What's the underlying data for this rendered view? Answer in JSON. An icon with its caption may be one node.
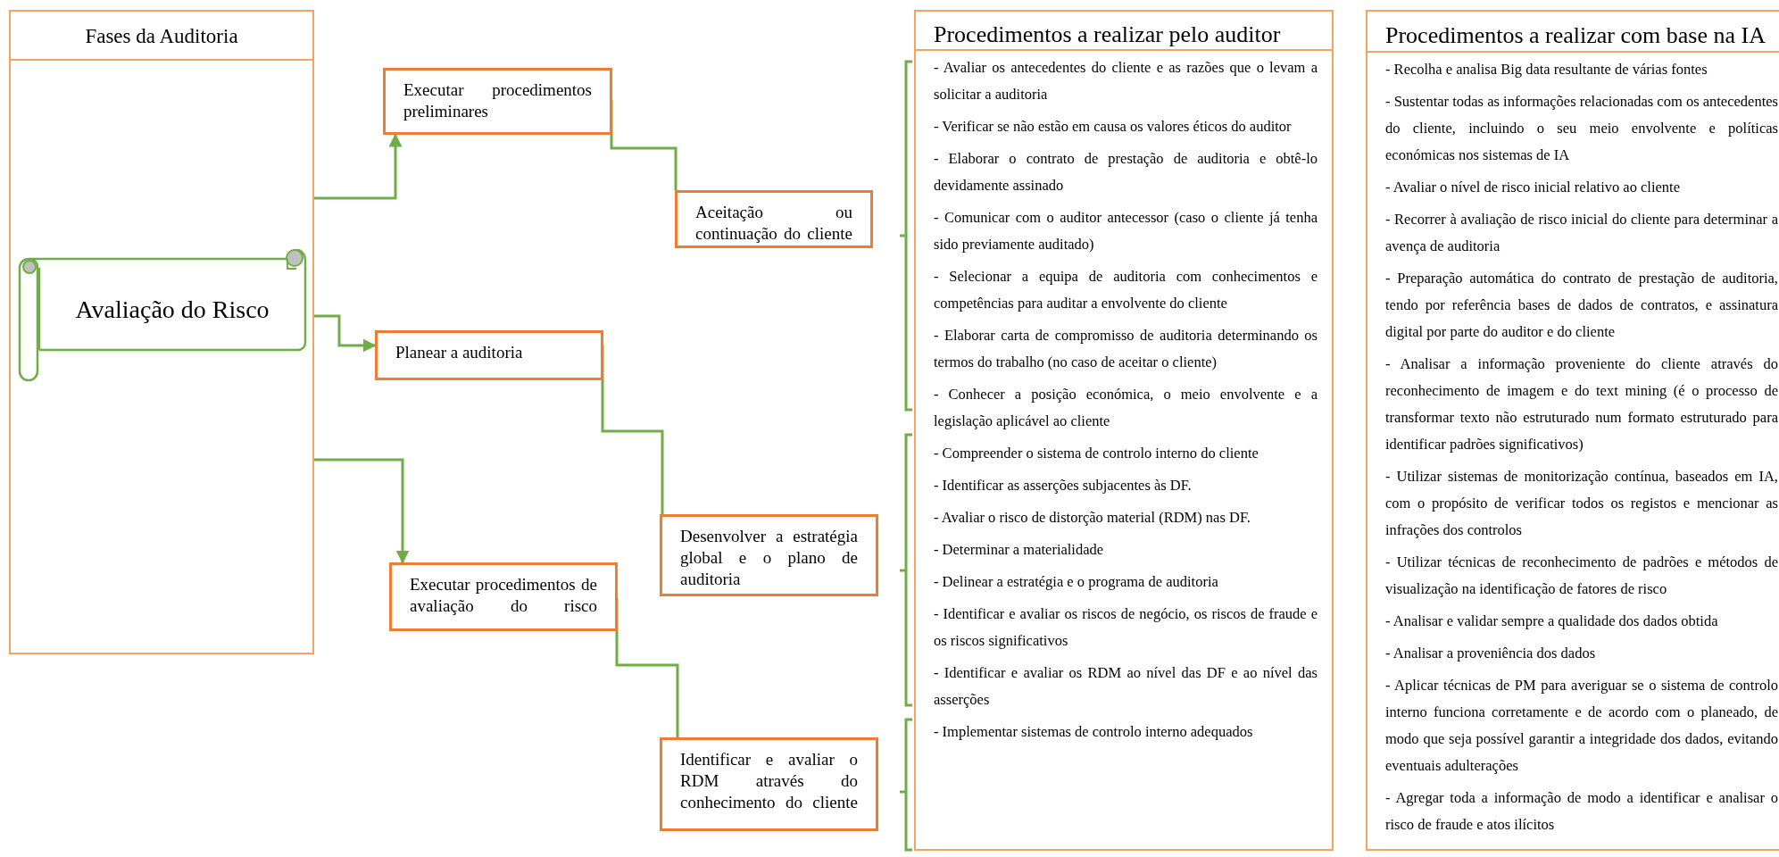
{
  "diagram": {
    "nodes": [
      {
        "text": [
          "Fases da Auditoria"
        ]
      },
      {
        "text": [
          "Avaliação do Risco"
        ],
        "in": 0
      },
      {
        "text": [
          "Executar procedimentos preliminares"
        ]
      },
      {
        "text": [
          "Aceitação ou continuação do cliente"
        ]
      },
      {
        "text": [
          "Planear a auditoria"
        ]
      },
      {
        "text": [
          "Desenvolver a estratégia global e o plano de auditoria"
        ]
      },
      {
        "text": [
          "Executar procedimentos de avaliação do risco"
        ]
      },
      {
        "text": [
          "Identificar e avaliar o RDM através do conhecimento do cliente"
        ]
      },
      {
        "text": [
          "Procedimentos a realizar pelo auditor",
          "- Avaliar os antecedentes do cliente e as razões que o levam a solicitar a auditoria",
          "- Verificar se não estão em causa os valores éticos do auditor",
          "- Elaborar o contrato de prestação de auditoria e obtê-lo devidamente assinado",
          "- Comunicar com o auditor antecessor (caso o cliente já tenha sido previamente auditado)",
          "- Selecionar a equipa de auditoria com conhecimentos e competências para auditar a envolvente do cliente",
          "- Elaborar carta de compromisso de auditoria determinando os termos do trabalho (no caso de aceitar o cliente)",
          "- Conhecer a posição económica, o meio envolvente e a legislação aplicável ao cliente",
          "- Compreender o sistema de controlo interno do cliente",
          "- Identificar as asserções subjacentes às DF.",
          "- Avaliar o risco de distorção material (RDM) nas DF.",
          "- Determinar a materialidade",
          "- Delinear a estratégia e o programa de auditoria",
          "- Identificar e avaliar os riscos de negócio, os riscos de fraude e os riscos significativos",
          "- Identificar e avaliar os RDM ao nível das DF e ao nível das asserções",
          "- Implementar sistemas de controlo interno adequados"
        ]
      },
      {
        "text": [
          "Procedimentos a realizar com base na IA",
          "- Recolha e analisa Big data resultante de várias fontes",
          "- Sustentar todas as informações relacionadas com os antecedentes do cliente, incluindo o seu meio envolvente e políticas económicas nos sistemas de IA",
          "- Avaliar o nível de risco inicial relativo ao cliente",
          "- Recorrer à avaliação de risco inicial do cliente para determinar a avença de auditoria",
          "- Preparação automática do contrato de prestação de auditoria, tendo por referência bases de dados de contratos, e assinatura digital por parte do auditor e do cliente",
          "- Analisar a informação proveniente do cliente através do reconhecimento de imagem e do text mining (é o processo de transformar texto não estruturado num formato estruturado para identificar padrões significativos)",
          "- Utilizar sistemas de monitorização contínua, baseados em IA, com o propósito de verificar todos os registos e mencionar as infrações dos controlos",
          "- Utilizar técnicas de reconhecimento de padrões e métodos de visualização na identificação de fatores de risco",
          "- Analisar e validar sempre a qualidade dos dados obtida",
          "- Analisar a proveniência dos dados",
          "- Aplicar técnicas de PM para averiguar se o sistema de controlo interno funciona corretamente e de acordo com o planeado, de modo que seja possível garantir a integridade dos dados, evitando eventuais adulterações",
          "- Agregar toda a informação de modo a identificar e analisar o risco de fraude e atos ilícitos"
        ]
      }
    ],
    "edges": [
      {
        "from": 1,
        "to": 2,
        "arrow": "to"
      },
      {
        "from": 1,
        "to": 4,
        "arrow": "to"
      },
      {
        "from": 1,
        "to": 6,
        "arrow": "to"
      },
      {
        "from": 2,
        "to": 3,
        "arrow": "none"
      },
      {
        "from": 4,
        "to": 5,
        "arrow": "none"
      },
      {
        "from": 6,
        "to": 7,
        "arrow": "none"
      }
    ]
  }
}
